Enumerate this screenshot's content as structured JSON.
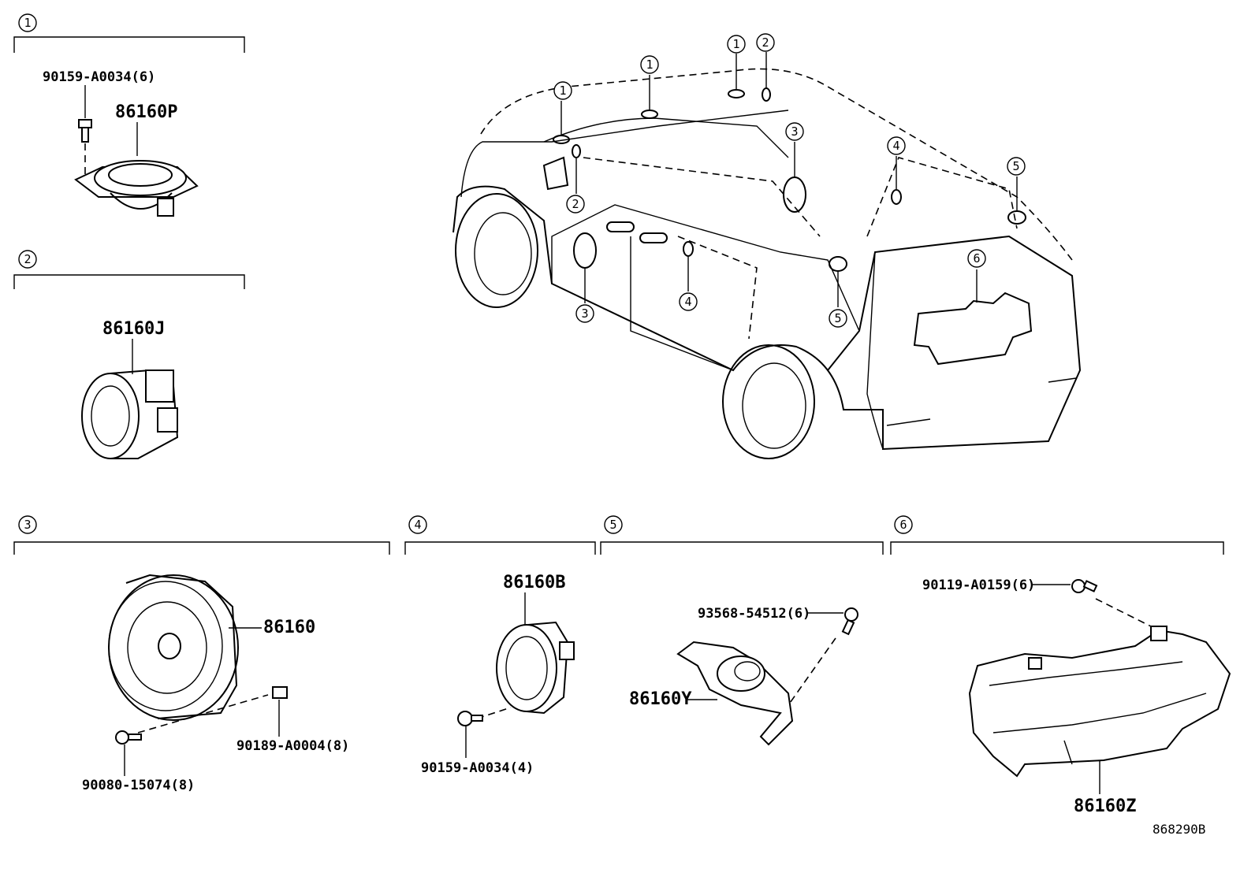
{
  "sections": {
    "s1": {
      "num": "1",
      "bolt": "90159-A0034(6)",
      "part": "86160P"
    },
    "s2": {
      "num": "2",
      "part": "86160J"
    },
    "s3": {
      "num": "3",
      "part": "86160",
      "clip": "90189-A0004(8)",
      "screw": "90080-15074(8)"
    },
    "s4": {
      "num": "4",
      "part": "86160B",
      "screw": "90159-A0034(4)"
    },
    "s5": {
      "num": "5",
      "part": "86160Y",
      "screw": "93568-54512(6)"
    },
    "s6": {
      "num": "6",
      "part": "86160Z",
      "bolt": "90119-A0159(6)"
    }
  },
  "vehicle_callouts": [
    "1",
    "2",
    "1",
    "1",
    "2",
    "2",
    "3",
    "3",
    "4",
    "4",
    "5",
    "5",
    "6"
  ],
  "diagram_code": "868290B"
}
